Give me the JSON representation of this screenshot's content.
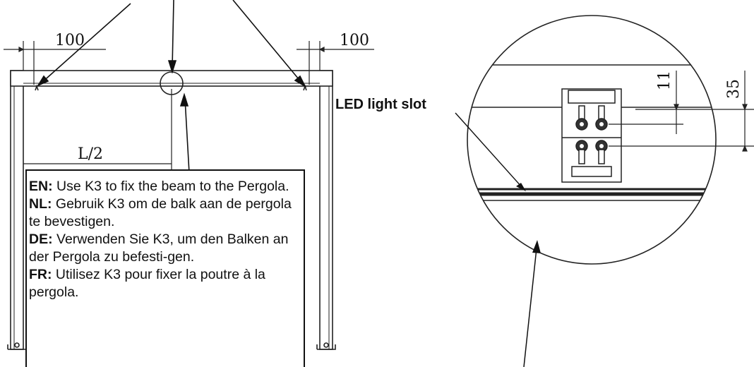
{
  "dimensions": {
    "left_offset": "100",
    "right_offset": "100",
    "half_length": "L/2",
    "detail_small": "11",
    "detail_large": "35"
  },
  "detail": {
    "led_label": "LED light slot"
  },
  "instructions": [
    {
      "code": "EN:",
      "text": " Use K3 to fix the beam to the Pergola."
    },
    {
      "code": "NL:",
      "text": " Gebruik K3 om de balk aan de pergola te bevestigen."
    },
    {
      "code": "DE:",
      "text": " Verwenden Sie K3, um den Balken an der Pergola zu befesti-gen."
    },
    {
      "code": "FR:",
      "text": " Utilisez K3 pour fixer la poutre à la pergola."
    }
  ]
}
